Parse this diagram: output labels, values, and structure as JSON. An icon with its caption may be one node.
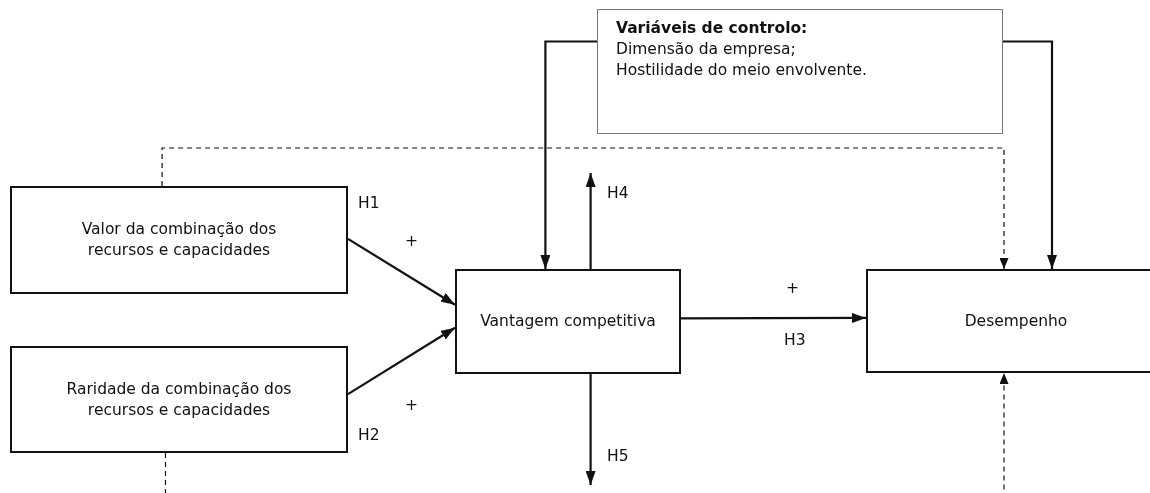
{
  "diagram": {
    "nodes": [
      {
        "text": [
          "Variáveis de controlo:",
          "Dimensão da empresa; Hostilidade do meio envolvente."
        ]
      },
      {
        "text": [
          "Valor da combinação dos recursos e capacidades"
        ]
      },
      {
        "text": [
          "Raridade da combinação dos recursos e capacidades"
        ]
      },
      {
        "text": [
          "Vantagem competitiva"
        ]
      },
      {
        "text": [
          "Desempenho"
        ]
      }
    ],
    "edges": [
      {
        "from": 1,
        "to": 3,
        "arrow": "to",
        "label": "H1"
      },
      {
        "from": 2,
        "to": 3,
        "arrow": "to",
        "label": "H2"
      },
      {
        "from": 3,
        "to": 4,
        "arrow": "to",
        "label": "H3"
      },
      {
        "from": 3,
        "to": null,
        "arrow": "to",
        "label": "H4"
      },
      {
        "from": 3,
        "to": null,
        "arrow": "to",
        "label": "H5"
      },
      {
        "from": 0,
        "to": 3,
        "arrow": "to"
      },
      {
        "from": 0,
        "to": 4,
        "arrow": "to"
      },
      {
        "from": 1,
        "to": 4,
        "arrow": "to",
        "style": "dashed"
      },
      {
        "from": 2,
        "to": 4,
        "arrow": "to",
        "style": "dashed"
      }
    ],
    "labels": [
      "+",
      "+",
      "+"
    ]
  }
}
